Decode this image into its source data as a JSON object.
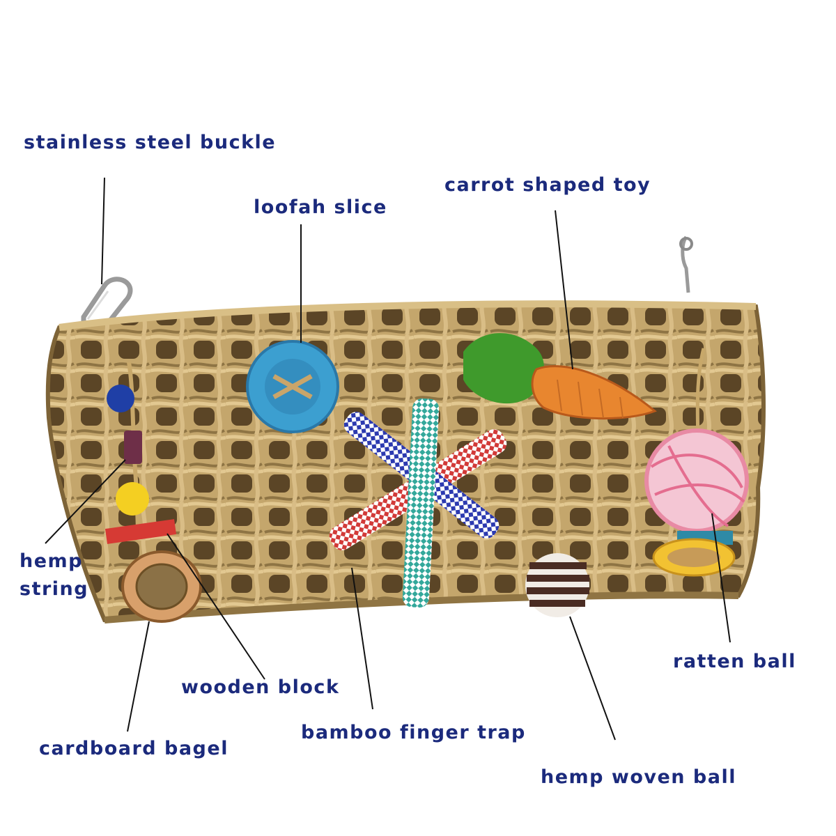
{
  "callouts": {
    "stainless_steel_buckle": "stainless steel buckle",
    "loofah_slice": "loofah slice",
    "carrot_shaped_toy": "carrot shaped toy",
    "hemp_string": [
      "hemp",
      "string"
    ],
    "wooden_block": "wooden block",
    "cardboard_bagel": "cardboard bagel",
    "bamboo_finger_trap": "bamboo finger trap",
    "hemp_woven_ball": "hemp woven ball",
    "ratten_ball": "ratten ball"
  },
  "colors": {
    "label_text": "#1b2a7c",
    "leader_line": "#111111",
    "mat_rope": "#b89a63",
    "mat_shadow": "#6f5a35",
    "loofah": "#3c9fd0",
    "carrot": "#e8862f",
    "carrot_leaves": "#3f9a2c",
    "ratten_ball": "#e88aa4",
    "cardboard": "#c99563",
    "wooden_block": "#d63a34"
  }
}
